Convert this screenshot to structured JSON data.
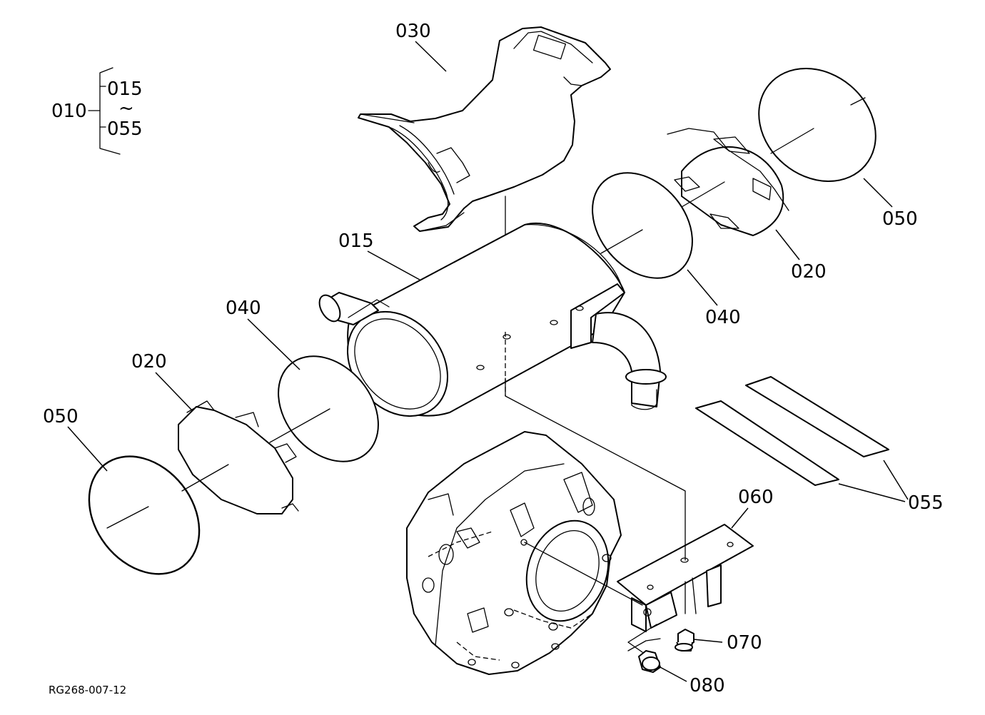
{
  "callouts": {
    "assembly": "010",
    "range_start": "015",
    "range_sep": "~",
    "range_end": "055",
    "muffler": "015",
    "cover": "030",
    "cap_right": "020",
    "cap_left": "020",
    "gasket_right": "040",
    "gasket_left": "040",
    "screen_right": "050",
    "screen_left": "050",
    "pads": "055",
    "bracket": "060",
    "bolt": "070",
    "plug": "080"
  },
  "drawing_code": "RG268-007-12"
}
